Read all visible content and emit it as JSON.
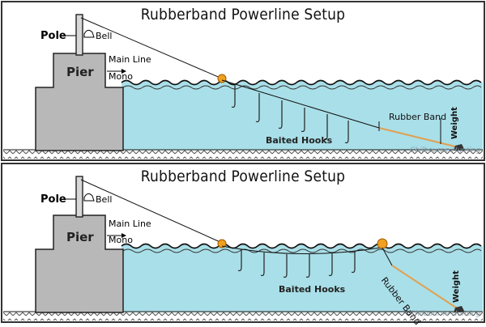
{
  "panels": [
    {
      "title": "Rubberband Powerline Setup",
      "labels": {
        "pole": "Pole",
        "bell": "Bell",
        "pier": "Pier",
        "main_line_1": "Main Line",
        "main_line_2": "Mono",
        "baited_hooks": "Baited Hooks",
        "rubber_band": "Rubber Band",
        "weight": "Weight",
        "watermark": "Chilbourne Hunting"
      }
    },
    {
      "title": "Rubberband Powerline Setup",
      "labels": {
        "pole": "Pole",
        "bell": "Bell",
        "pier": "Pier",
        "main_line_1": "Main Line",
        "main_line_2": "Mono",
        "baited_hooks": "Baited Hooks",
        "rubber_band": "Rubber Band",
        "weight": "Weight",
        "watermark": "Chilbourne Hunting"
      }
    }
  ],
  "colors": {
    "water": "#a9dfe8",
    "pier": "#b8b8b8",
    "float": "#f0a020",
    "rubber_band": "#e0a050",
    "line": "#111111",
    "frame": "#333333"
  }
}
